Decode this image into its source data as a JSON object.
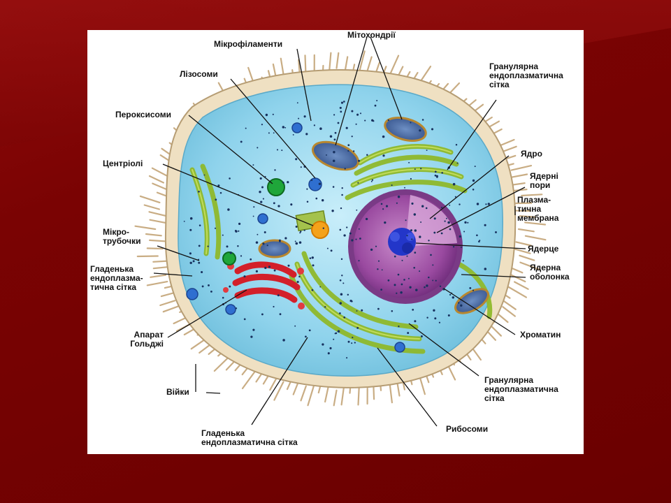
{
  "labels": {
    "mikrofilamenty": "Мікрофіламенти",
    "mitokhondrii": "Мітохондрії",
    "lizosomy": "Лізосоми",
    "granular_er_top_1": "Гранулярна",
    "granular_er_top_2": "ендоплазматична",
    "granular_er_top_3": "сітка",
    "peroksysomy": "Пероксисоми",
    "yadro": "Ядро",
    "tsentrioli": "Центріолі",
    "yaderni_pory_1": "Ядерні",
    "yaderni_pory_2": "пори",
    "plazmatychna_1": "Плазма-",
    "plazmatychna_2": "тична",
    "plazmatychna_3": "мембрана",
    "mikrotrubochky_1": "Мікро-",
    "mikrotrubochky_2": "трубочки",
    "yadertse": "Ядерце",
    "smooth_er_left_1": "Гладенька",
    "smooth_er_left_2": "ендоплазма-",
    "smooth_er_left_3": "тична сітка",
    "yaderna_obolonka_1": "Ядерна",
    "yaderna_obolonka_2": "оболонка",
    "aparat_goldzhi_1": "Апарат",
    "aparat_goldzhi_2": "Гольджі",
    "khromatyn": "Хроматин",
    "viiky": "Війки",
    "granular_er_bottom_1": "Гранулярна",
    "granular_er_bottom_2": "ендоплазматична",
    "granular_er_bottom_3": "сітка",
    "rybosomy": "Рибосоми",
    "smooth_er_bottom_1": "Гладенька",
    "smooth_er_bottom_2": "ендоплазматична сітка"
  },
  "colors": {
    "background": "#7a0303",
    "panel": "#ffffff",
    "cytoplasm": "#9fdcf0",
    "membrane": "#f2e3c4",
    "cilia": "#c9ad84",
    "nucleus": "#a24ea6",
    "nucleolus": "#2336c9",
    "rough_er": "#9cc23a",
    "golgi": "#d3202a",
    "mitochondria": "#4a6fa8",
    "leader_line": "#111111"
  }
}
